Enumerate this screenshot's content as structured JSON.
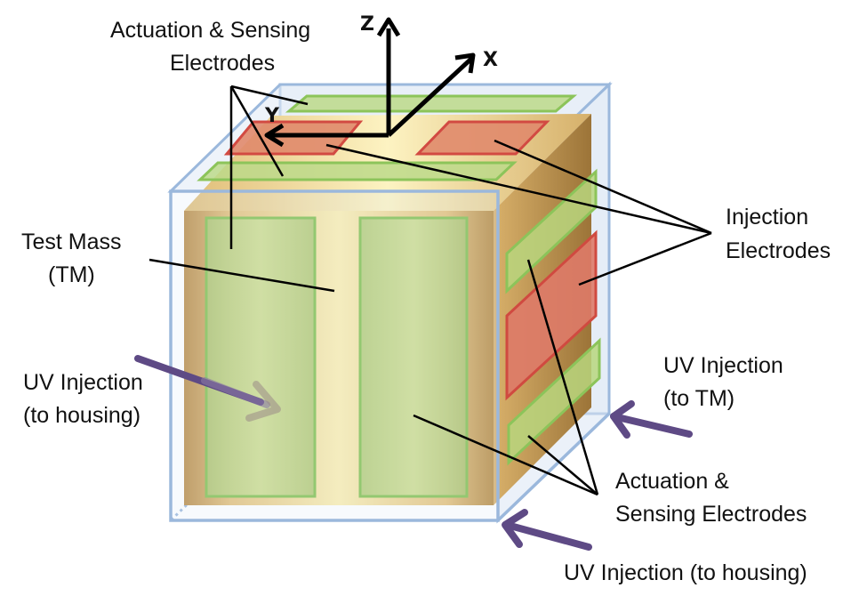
{
  "axes": {
    "z": "Z",
    "x": "X",
    "y": "Y"
  },
  "labels": {
    "top_act_line1": "Actuation & Sensing",
    "top_act_line2": "Electrodes",
    "test_mass_line1": "Test Mass",
    "test_mass_line2": "(TM)",
    "injection_line1": "Injection",
    "injection_line2": "Electrodes",
    "uv_housing_left_line1": "UV Injection",
    "uv_housing_left_line2": "(to housing)",
    "uv_tm_line1": "UV Injection",
    "uv_tm_line2": "(to TM)",
    "act_right_line1": "Actuation &",
    "act_right_line2": "Sensing Electrodes",
    "uv_housing_bottom": "UV Injection (to housing)"
  },
  "colors": {
    "housing_edge": "#8fb0d8",
    "housing_fill": "#dbe6f4",
    "mass_gold": "#c89a4e",
    "mass_light": "#fbeeb0",
    "green_electrode": "#b3d77a",
    "green_edge": "#7fbf4c",
    "red_electrode": "#e0806a",
    "red_edge": "#d04a40",
    "uv_arrow": "#5e4a85"
  }
}
